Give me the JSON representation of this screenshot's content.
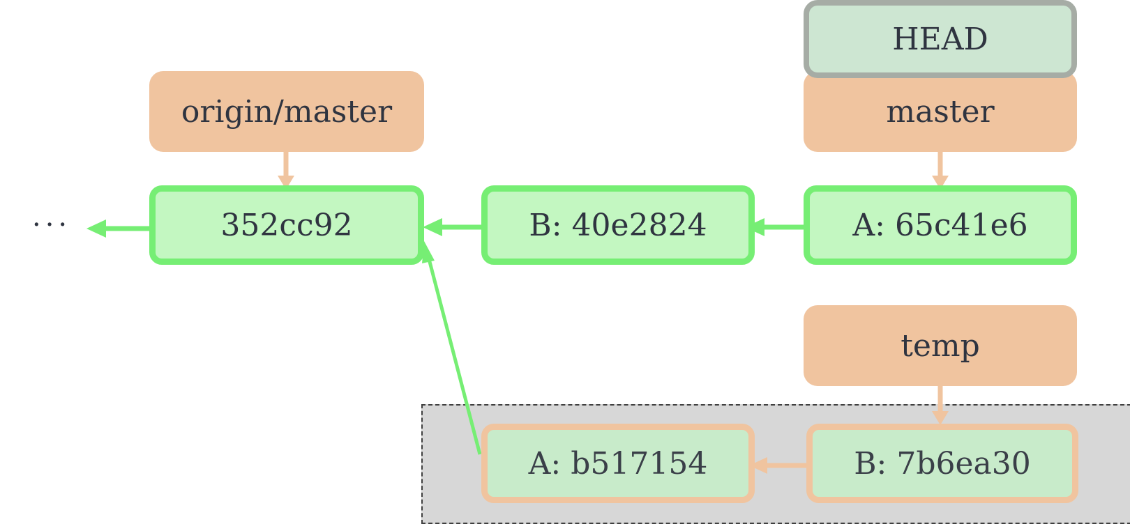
{
  "diagram": {
    "ellipsis": "···",
    "refs": {
      "head": "HEAD",
      "origin_master": "origin/master",
      "master": "master",
      "temp": "temp"
    },
    "commits": {
      "c352cc92": "352cc92",
      "b40e2824": "B: 40e2824",
      "a65c41e6": "A: 65c41e6",
      "ab517154": "A: b517154",
      "b7b6ea30": "B: 7b6ea30"
    },
    "colors": {
      "commit_fill": "#c3f7c1",
      "commit_border": "#76ee74",
      "ref_fill": "#f0c49f",
      "head_fill": "#cde6d2",
      "head_border": "#a6aca5",
      "region_fill": "#d7d7d7",
      "arrow_green": "#76ee74",
      "arrow_orange": "#f0c49f"
    }
  }
}
